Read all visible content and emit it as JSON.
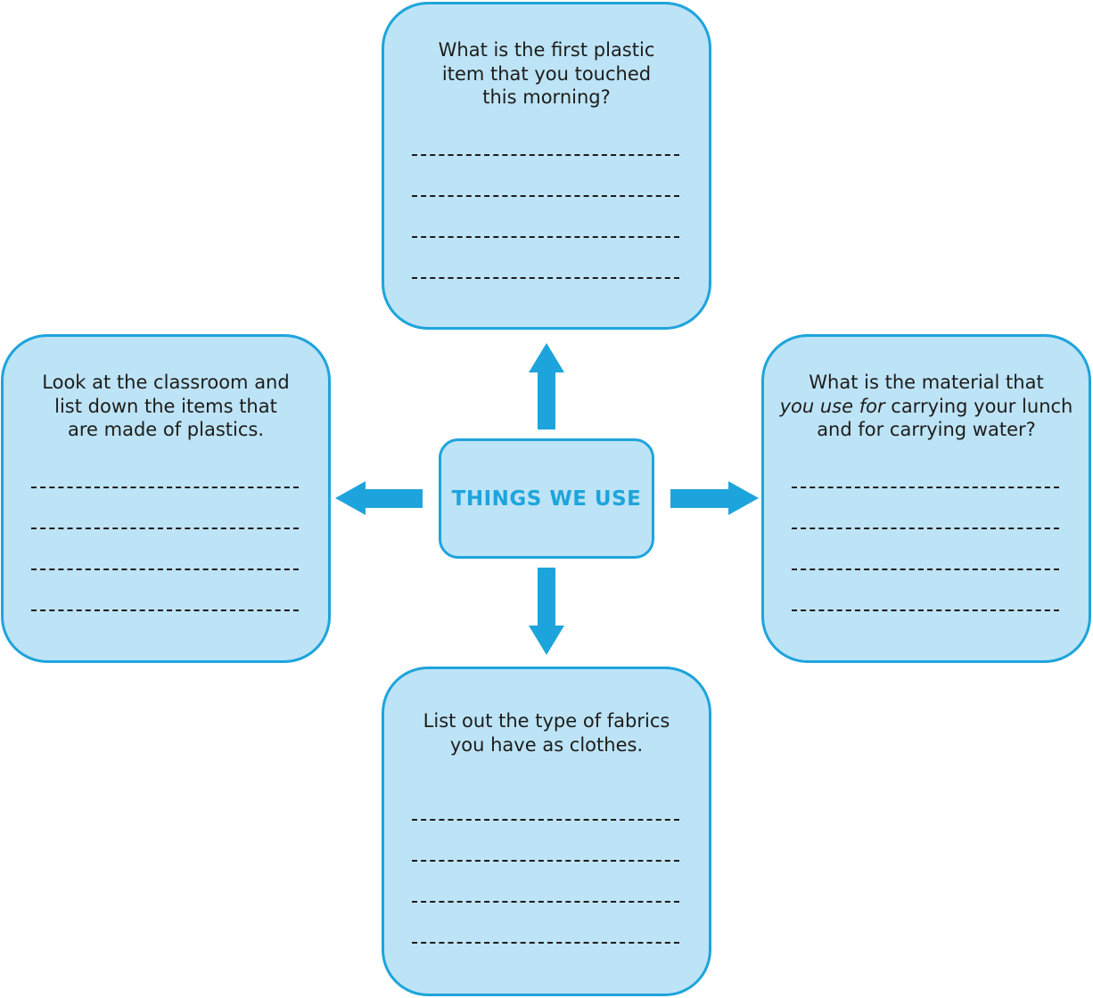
{
  "center": {
    "title": "THINGS WE USE"
  },
  "boxes": {
    "top": {
      "question_lines": [
        "What is the first plastic",
        "item that you touched",
        "this morning?"
      ],
      "answer_line_count": 4
    },
    "left": {
      "question_lines": [
        "Look at the classroom and",
        "list down the items that",
        "are made of plastics."
      ],
      "answer_line_count": 4
    },
    "right": {
      "question_line1": "What is the material that",
      "question_line2_italic": "you use for",
      "question_line2_rest": " carrying your lunch",
      "question_line3": "and for carrying water?",
      "answer_line_count": 4
    },
    "bottom": {
      "question_lines": [
        "List out the type of fabrics",
        "you have as clothes."
      ],
      "answer_line_count": 4
    }
  },
  "colors": {
    "box_fill": "#bde3f6",
    "box_border": "#1ea4dc",
    "arrow": "#1ea4dc",
    "title_text": "#1ea4dc",
    "body_text": "#1d1d1b"
  }
}
